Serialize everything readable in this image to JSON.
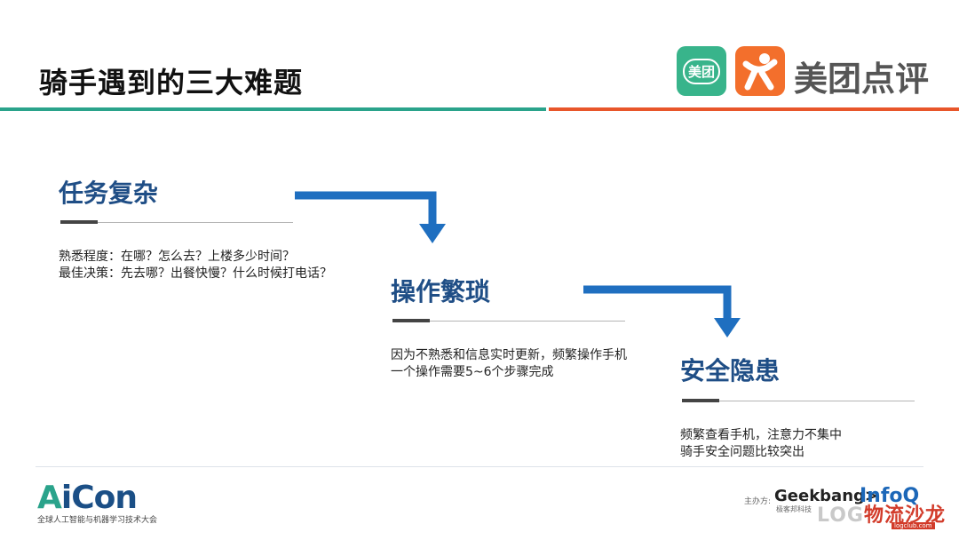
{
  "header": {
    "title": "骑手遇到的三大难题",
    "logo": {
      "badge_text": "美团",
      "brand_text": "美团点评",
      "badge_color": "#38b48b",
      "icon_color": "#f36f2c"
    },
    "divider_colors": [
      "#2aa38b",
      "#e8562a"
    ]
  },
  "steps": [
    {
      "title": "任务复杂",
      "desc": [
        "熟悉程度：在哪？怎么去？上楼多少时间？",
        "最佳决策：先去哪？出餐快慢？什么时候打电话？"
      ]
    },
    {
      "title": "操作繁琐",
      "desc": [
        "因为不熟悉和信息实时更新，频繁操作手机",
        "一个操作需要5~6个步骤完成"
      ]
    },
    {
      "title": "安全隐患",
      "desc": [
        "频繁查看手机，注意力不集中",
        "骑手安全问题比较突出"
      ]
    }
  ],
  "footer": {
    "aicon_a": "A",
    "aicon_rest": "iCon",
    "aicon_sub": "全球人工智能与机器学习技术大会",
    "sponsor_label": "主办方:",
    "geekbang": "Geekbang>",
    "geekbang_sub": "极客邦科技",
    "infoq": "InfoQ",
    "watermark_grey": "LOG",
    "watermark_red": "物流沙龙",
    "watermark_sub": "logclub.com"
  },
  "colors": {
    "step_title": "#1f4e86",
    "arrow": "#1f6fc0"
  }
}
